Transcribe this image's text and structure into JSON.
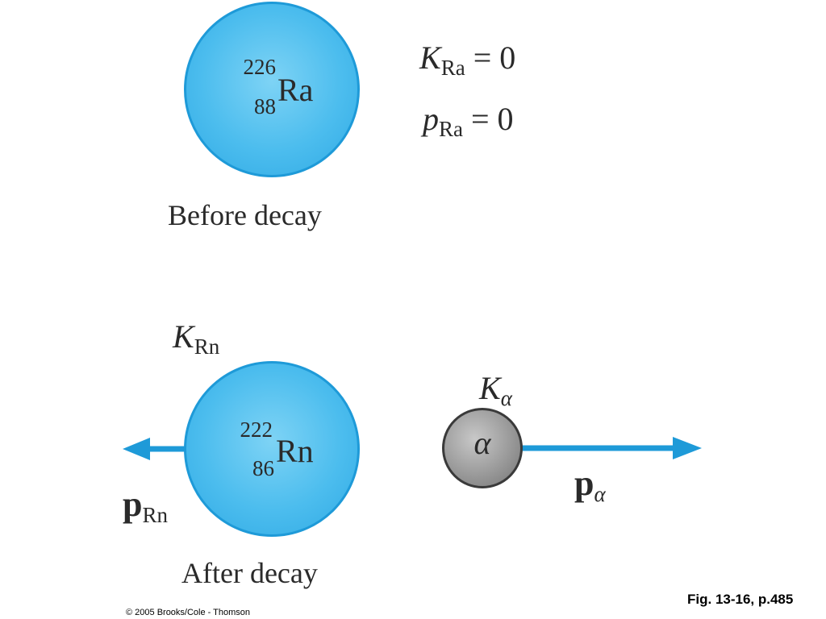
{
  "before": {
    "nucleus": {
      "mass_number": "226",
      "atomic_number": "88",
      "symbol": "Ra"
    },
    "eq_kinetic": {
      "var": "K",
      "sub": "Ra",
      "rhs": "= 0"
    },
    "eq_momentum": {
      "var": "p",
      "sub": "Ra",
      "rhs": "= 0"
    },
    "caption": "Before decay"
  },
  "after": {
    "nucleus": {
      "mass_number": "222",
      "atomic_number": "86",
      "symbol": "Rn"
    },
    "k_rn": {
      "var": "K",
      "sub": "Rn"
    },
    "p_rn": {
      "var": "p",
      "sub": "Rn"
    },
    "alpha_symbol": "α",
    "k_alpha": {
      "var": "K",
      "sub": "α"
    },
    "p_alpha": {
      "var": "p",
      "sub": "α"
    },
    "caption": "After decay"
  },
  "colors": {
    "nucleus": "#4cbdee",
    "arrow": "#1e9ad8",
    "alpha": "#9a9a9a"
  },
  "footer": {
    "copyright": "© 2005 Brooks/Cole - Thomson",
    "figure_ref": "Fig. 13-16, p.485"
  }
}
